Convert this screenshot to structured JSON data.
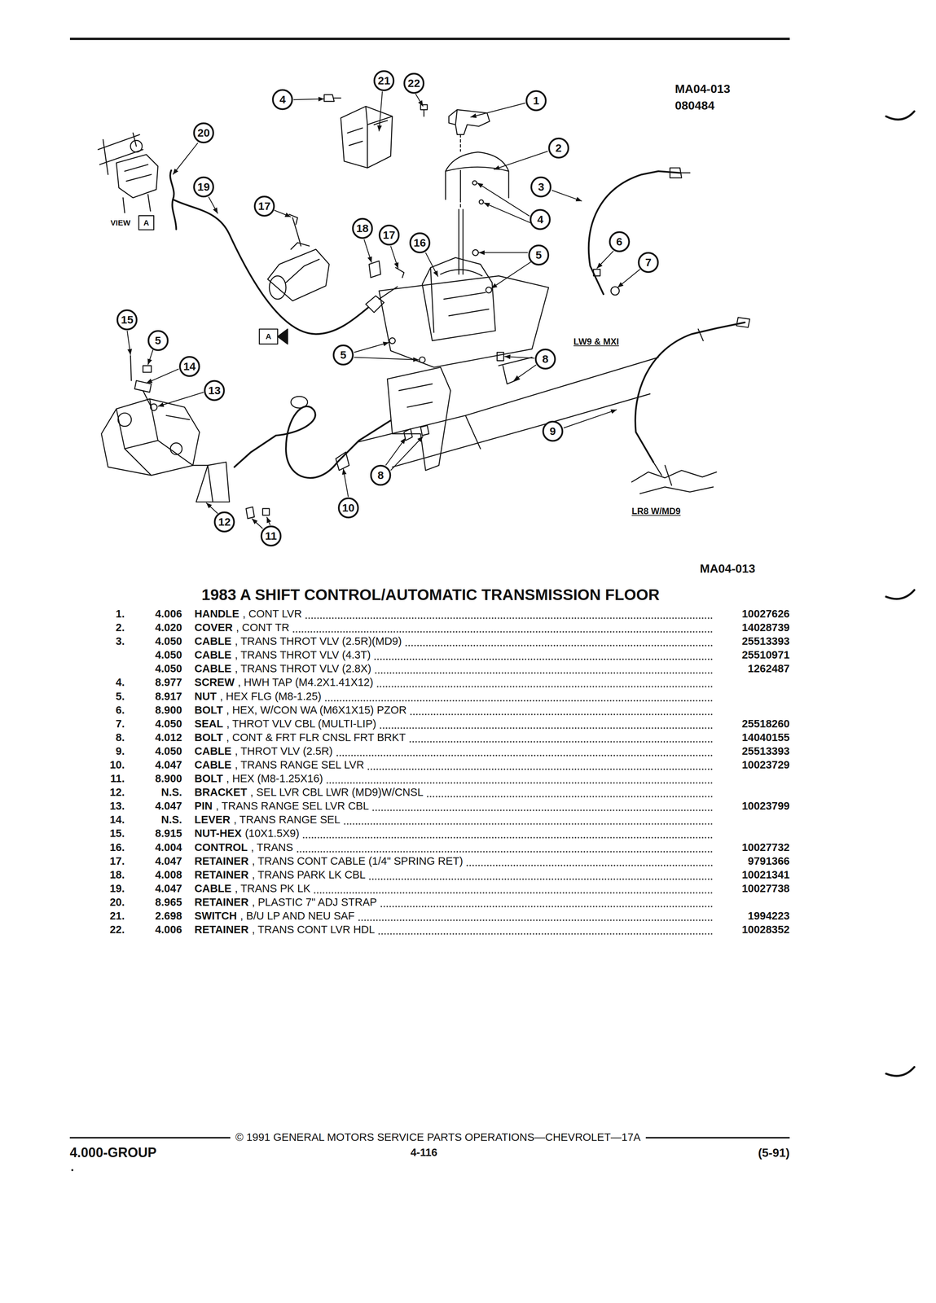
{
  "diagram": {
    "title": "1983 A SHIFT CONTROL/AUTOMATIC TRANSMISSION FLOOR",
    "nodes": [
      {
        "text": [
          "21"
        ]
      },
      {
        "text": [
          "22"
        ]
      },
      {
        "text": [
          "4"
        ]
      },
      {
        "text": [
          "1"
        ]
      },
      {
        "text": [
          "20"
        ]
      },
      {
        "text": [
          "2"
        ]
      },
      {
        "text": [
          "19"
        ]
      },
      {
        "text": [
          "3"
        ]
      },
      {
        "text": [
          "17"
        ]
      },
      {
        "text": [
          "4"
        ]
      },
      {
        "text": [
          "18"
        ]
      },
      {
        "text": [
          "17"
        ]
      },
      {
        "text": [
          "6"
        ]
      },
      {
        "text": [
          "16"
        ]
      },
      {
        "text": [
          "5"
        ]
      },
      {
        "text": [
          "7"
        ]
      },
      {
        "text": [
          "15"
        ]
      },
      {
        "text": [
          "5"
        ]
      },
      {
        "text": [
          "5"
        ]
      },
      {
        "text": [
          "8"
        ]
      },
      {
        "text": [
          "14"
        ]
      },
      {
        "text": [
          "13"
        ]
      },
      {
        "text": [
          "9"
        ]
      },
      {
        "text": [
          "8"
        ]
      },
      {
        "text": [
          "10"
        ]
      },
      {
        "text": [
          "12"
        ]
      },
      {
        "text": [
          "11"
        ]
      }
    ],
    "labels": [
      "MA04-013",
      "080484",
      "VIEW",
      "A",
      "A",
      "LW9 & MXI",
      "LR8 W/MD9",
      "MA04-013",
      "1.",
      "4.006",
      "HANDLE",
      ", CONT LVR",
      "10027626",
      "2.",
      "4.020",
      "COVER",
      ", CONT TR",
      "14028739",
      "3.",
      "4.050",
      "CABLE",
      ", TRANS THROT VLV (2.5R)(MD9)",
      "25513393",
      "4.050",
      "CABLE",
      ", TRANS THROT VLV (4.3T)",
      "25510971",
      "4.050",
      "CABLE",
      ", TRANS THROT VLV (2.8X)",
      "1262487",
      "4.",
      "8.977",
      "SCREW",
      ", HWH TAP (M4.2X1.41X12)",
      "5.",
      "8.917",
      "NUT",
      ", HEX FLG (M8-1.25)",
      "6.",
      "8.900",
      "BOLT",
      ", HEX, W/CON WA (M6X1X15) PZOR",
      "7.",
      "4.050",
      "SEAL",
      ", THROT VLV CBL (MULTI-LIP)",
      "25518260",
      "8.",
      "4.012",
      "BOLT",
      ", CONT & FRT FLR CNSL FRT BRKT",
      "14040155",
      "9.",
      "4.050",
      "CABLE",
      ", THROT VLV (2.5R)",
      "25513393",
      "10.",
      "4.047",
      "CABLE",
      ", TRANS RANGE SEL LVR",
      "10023729",
      "11.",
      "8.900",
      "BOLT",
      ", HEX (M8-1.25X16)",
      "12.",
      "N.S.",
      "BRACKET",
      ", SEL LVR CBL LWR (MD9)W/CNSL",
      "13.",
      "4.047",
      "PIN",
      ", TRANS RANGE SEL LVR CBL",
      "10023799",
      "14.",
      "N.S.",
      "LEVER",
      ", TRANS RANGE SEL",
      "15.",
      "8.915",
      "NUT-HEX",
      "(10X1.5X9)",
      "16.",
      "4.004",
      "CONTROL",
      ", TRANS",
      "10027732",
      "17.",
      "4.047",
      "RETAINER",
      ", TRANS CONT CABLE (1/4\" SPRING RET)",
      "9791366",
      "18.",
      "4.008",
      "RETAINER",
      ", TRANS PARK LK CBL",
      "10021341",
      "19.",
      "4.047",
      "CABLE",
      ", TRANS PK LK",
      "10027738",
      "20.",
      "8.965",
      "RETAINER",
      ", PLASTIC 7\" ADJ STRAP",
      "21.",
      "2.698",
      "SWITCH",
      ", B/U LP AND NEU SAF",
      "1994223",
      "22.",
      "4.006",
      "RETAINER",
      ", TRANS CONT LVR HDL",
      "10028352",
      "© 1991 GENERAL MOTORS SERVICE PARTS OPERATIONS—CHEVROLET—17A",
      "4.000-GROUP",
      "4-116",
      "(5-91)"
    ]
  }
}
